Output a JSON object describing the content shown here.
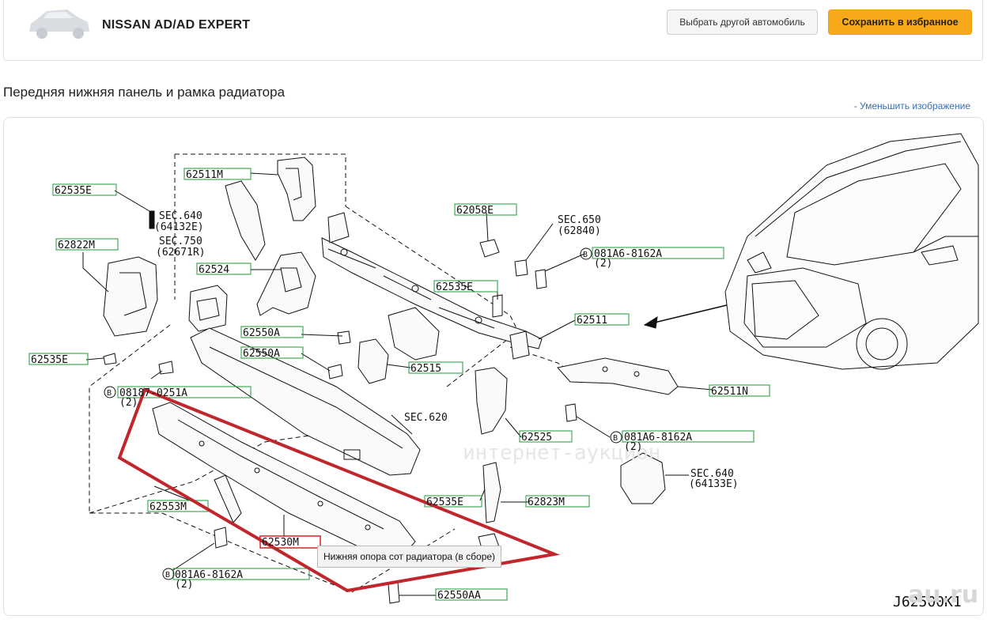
{
  "header": {
    "car_title": "NISSAN AD/AD EXPERT",
    "btn_other_car": "Выбрать другой автомобиль",
    "btn_save": "Сохранить в избранное",
    "colors": {
      "accent": "#f7a81b",
      "highlight": "#c0262c",
      "label_box": "#1f9a3b"
    }
  },
  "section": {
    "title": "Передняя нижняя панель и рамка радиатора",
    "shrink_link": "- Уменьшить изображение"
  },
  "diagram": {
    "labels": {
      "l62535e_tl": "62535E",
      "l62511m": "62511M",
      "sec640a": "SEC.640",
      "sec640a_sub": "(64132E)",
      "l62822m": "62822M",
      "sec750": "SEC.750",
      "sec750_sub": "(62671R)",
      "l62524": "62524",
      "l62058e": "62058E",
      "sec650": "SEC.650",
      "sec650_sub": "(62840)",
      "b081a6_1": "081A6-8162A",
      "b081a6_1_sub": "(2)",
      "l62535e_mid": "62535E",
      "l62511": "62511",
      "l62550a_1": "62550A",
      "l62550a_2": "62550A",
      "l62515": "62515",
      "l62535e_bl": "62535E",
      "b08187": "08187-0251A",
      "b08187_sub": "(2)",
      "l62511n": "62511N",
      "sec620": "SEC.620",
      "l62525": "62525",
      "b081a6_2": "081A6-8162A",
      "b081a6_2_sub": "(2)",
      "sec640b": "SEC.640",
      "sec640b_sub": "(64133E)",
      "l62553m": "62553M",
      "l62535e_br": "62535E",
      "l62823m": "62823M",
      "l62530m": "62530M",
      "b081a6_3": "081A6-8162A",
      "b081a6_3_sub": "(2)",
      "l62550aa": "62550AA",
      "drawing_code": "J62500K1",
      "bolt_symbol": "B"
    },
    "tooltip": "Нижняя опора сот радиатора (в сборе)",
    "watermark": "интернет-аукцион",
    "corner_mark": "au.ru"
  }
}
